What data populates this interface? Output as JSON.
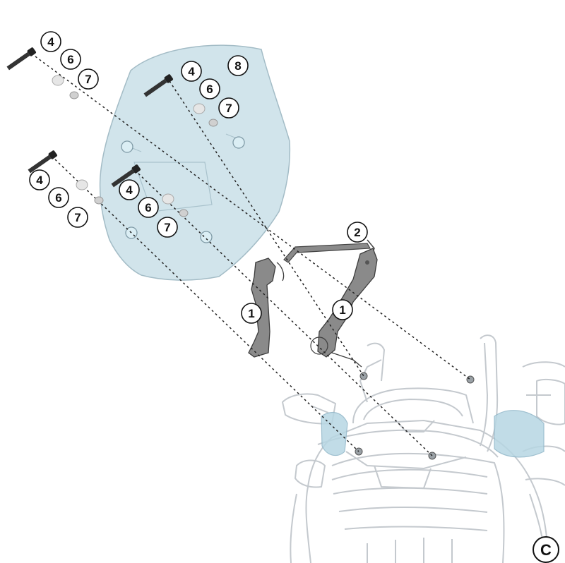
{
  "diagram": {
    "corner_label": "C",
    "screen_panel": {
      "callouts": {
        "screen": "8",
        "screw_a": "4",
        "spacer_a": "6",
        "washer_a": "7",
        "screw_b": "4",
        "spacer_b": "6",
        "washer_b": "7",
        "screw_c": "4",
        "spacer_c": "6",
        "washer_c": "7",
        "screw_d": "4",
        "spacer_d": "6",
        "washer_d": "7"
      }
    },
    "bracket": {
      "callouts": {
        "crossbar": "2",
        "left_bracket": "1",
        "right_bracket": "1"
      }
    },
    "colors": {
      "windscreen_fill": "#cfe3ea",
      "bracket_fill": "#8a8a8a",
      "line_art": "#c8ccd0",
      "leader_line": "#222222",
      "deflector_tint": "#a9cfe0"
    }
  }
}
